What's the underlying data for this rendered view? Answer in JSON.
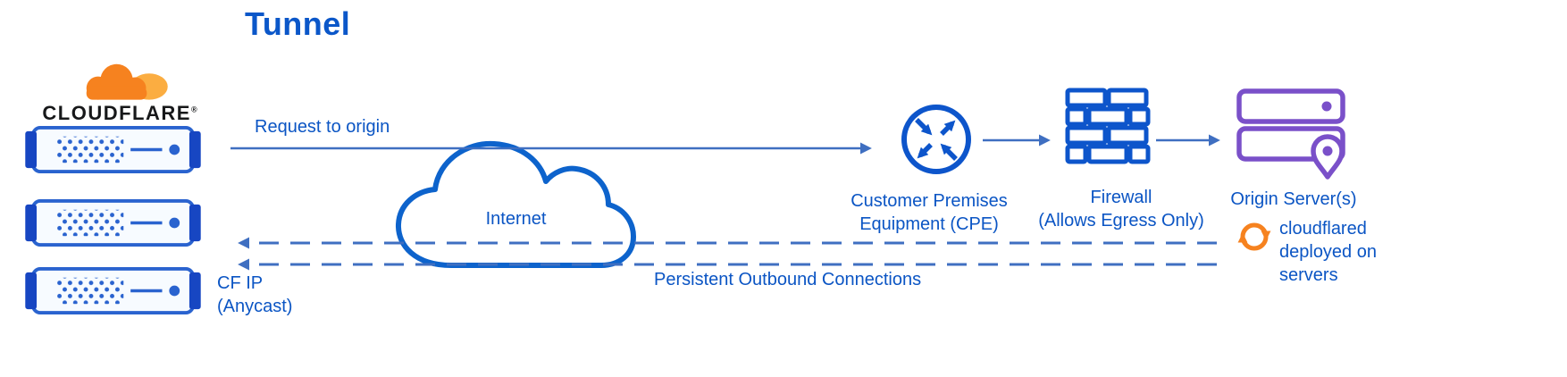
{
  "title": "Tunnel",
  "logo": {
    "brand": "CLOUDFLARE",
    "registered": "®"
  },
  "flow": {
    "request_label": "Request to origin",
    "internet_label": "Internet",
    "cpe_label": "Customer Premises\nEquipment (CPE)",
    "firewall_label": "Firewall\n(Allows Egress Only)",
    "origin_label": "Origin Server(s)",
    "cloudflared_label": "cloudflared deployed on servers",
    "persistent_label": "Persistent Outbound Connections",
    "cf_ip_label": "CF IP\n(Anycast)"
  },
  "colors": {
    "blue_text": "#0b55c4",
    "line_blue": "#3f6fc1",
    "icon_blue": "#0d55cb",
    "server_blue": "#2a63cf",
    "server_ear_blue": "#1746c2",
    "purple": "#7a50c9",
    "orange": "#f6821f",
    "orange_light": "#fbad41",
    "brand_text": "#17181a"
  }
}
